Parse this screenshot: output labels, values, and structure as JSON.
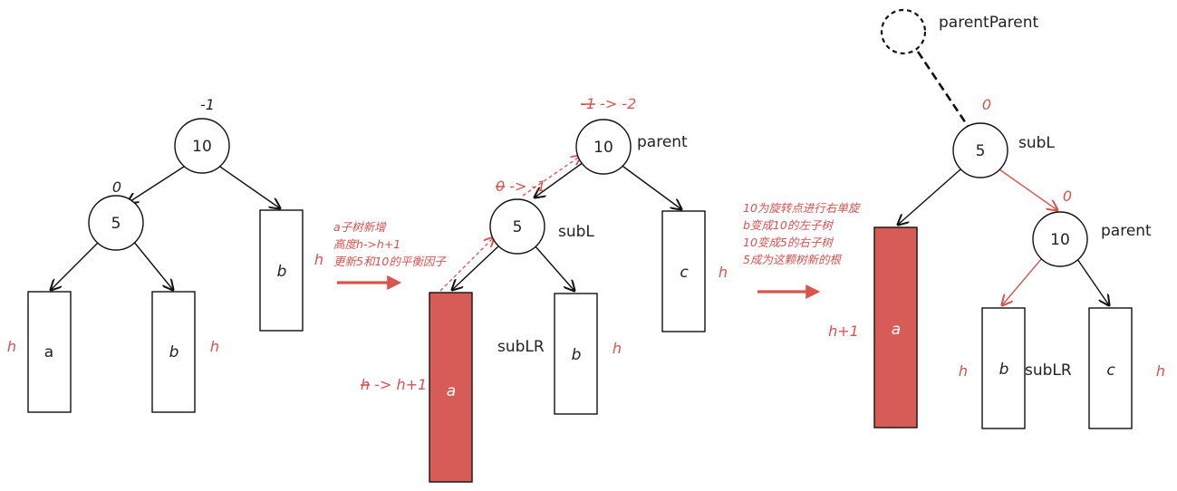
{
  "colors": {
    "accent_red": "#d9534f",
    "fill_red": "#d75c58",
    "line": "#111111"
  },
  "diagram1": {
    "root_label": "10",
    "root_bf": "-1",
    "left_label": "5",
    "left_bf": "0",
    "box_a": "a",
    "box_b_left": "b",
    "box_b_right": "b",
    "h_a": "h",
    "h_b_left": "h",
    "h_b_right": "h"
  },
  "arrow1": {
    "lines": [
      "a子树新增",
      "高度h->h+1",
      "更新5和10的平衡因子"
    ]
  },
  "diagram2": {
    "root_label": "10",
    "root_bf_old": "-1",
    "root_bf_new": " -> -2",
    "parent_tag": "parent",
    "left_label": "5",
    "left_bf_old": "0",
    "left_bf_new": " -> -1",
    "subl_tag": "subL",
    "box_a": "a",
    "box_b": "b",
    "box_c": "c",
    "sublr_tag": "subLR",
    "h_old": "h",
    "h_new": " -> h+1",
    "h_b": "h",
    "h_c": "h"
  },
  "arrow2": {
    "lines": [
      "10为旋转点进行右单旋",
      "b变成10的左子树",
      "10变成5的右子树",
      "5成为这颗树新的根"
    ]
  },
  "diagram3": {
    "parentparent_tag": "parentParent",
    "root_label": "5",
    "root_bf": "0",
    "subl_tag": "subL",
    "right_label": "10",
    "right_bf": "0",
    "parent_tag": "parent",
    "box_a": "a",
    "box_b": "b",
    "box_c": "c",
    "sublr_tag": "subLR",
    "h_a": "h+1",
    "h_b": "h",
    "h_c": "h"
  }
}
